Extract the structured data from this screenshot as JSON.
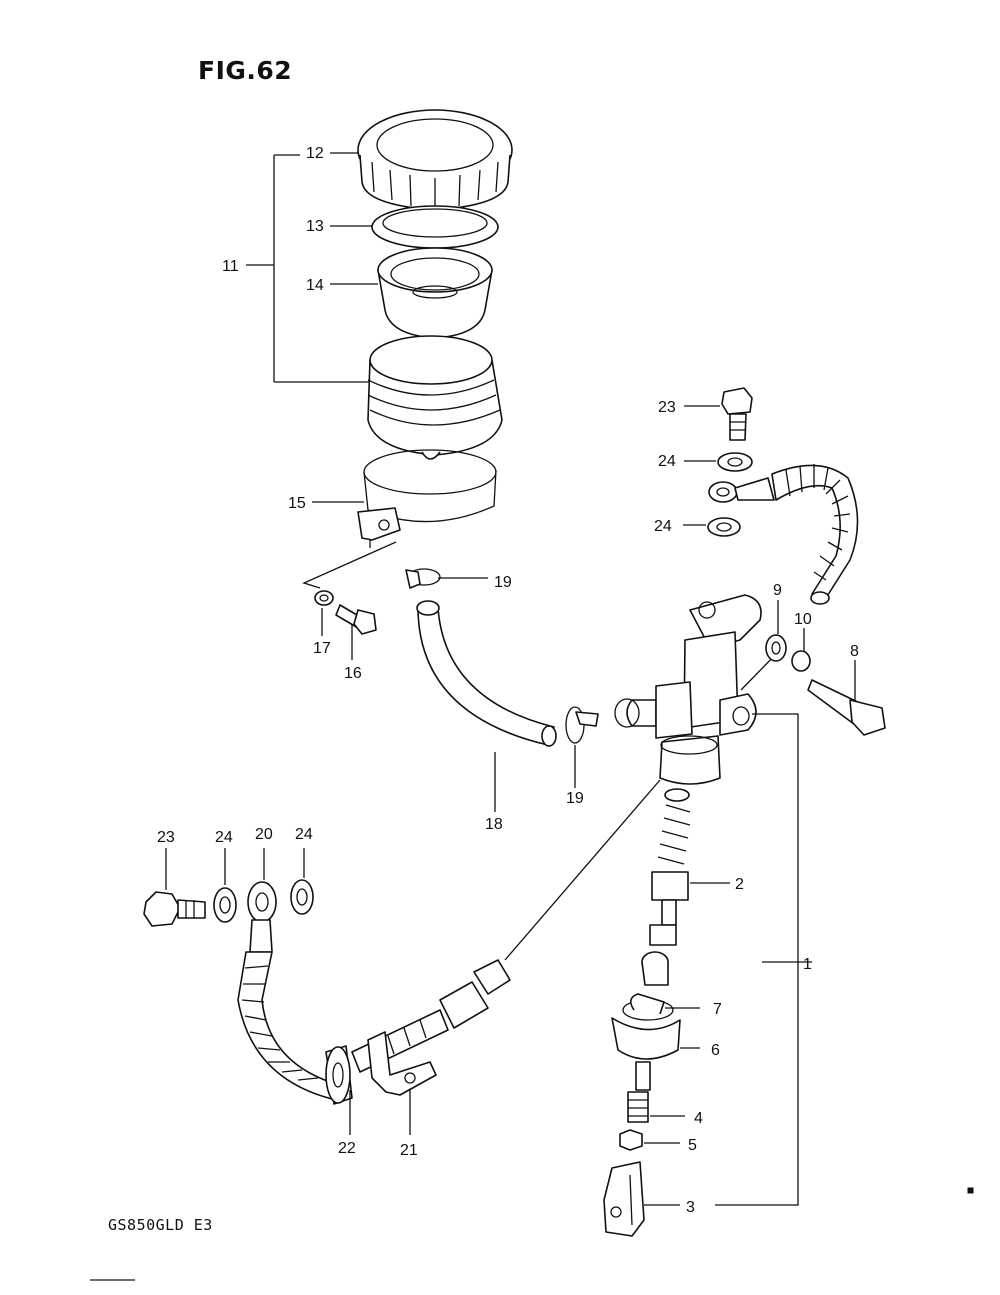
{
  "figure": {
    "title": "FIG.62",
    "model": "GS850GLD E3"
  },
  "callouts": {
    "n1": "1",
    "n2": "2",
    "n3": "3",
    "n4": "4",
    "n5": "5",
    "n6": "6",
    "n7": "7",
    "n8": "8",
    "n9": "9",
    "n10": "10",
    "n11": "11",
    "n12": "12",
    "n13": "13",
    "n14": "14",
    "n15": "15",
    "n16": "16",
    "n17": "17",
    "n18": "18",
    "n19a": "19",
    "n19b": "19",
    "n20": "20",
    "n21": "21",
    "n22": "22",
    "n23a": "23",
    "n23b": "23",
    "n24a": "24",
    "n24b": "24",
    "n24c": "24",
    "n24d": "24"
  }
}
